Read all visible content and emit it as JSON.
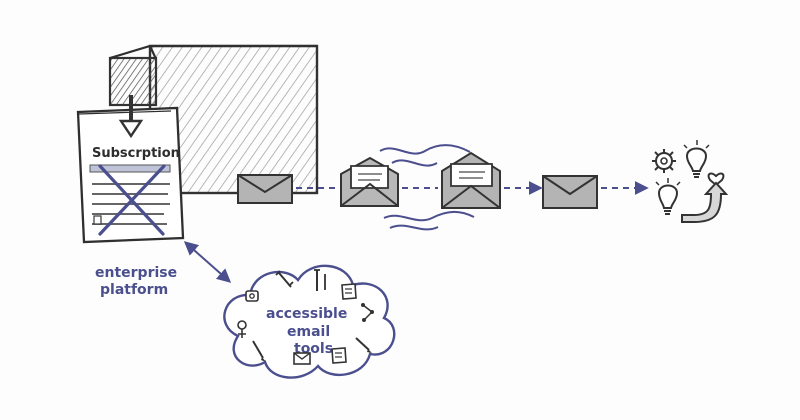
{
  "document": {
    "title": "Subscrption"
  },
  "labels": {
    "platform_line1": "enterprise",
    "platform_line2": "platform",
    "cloud_line1": "accessible",
    "cloud_line2": "email",
    "cloud_line3": "tools"
  },
  "colors": {
    "accent_blue": "#4b4f8e",
    "pencil_dark": "#2f2f2f",
    "pencil_shade": "#8f8f8f"
  }
}
